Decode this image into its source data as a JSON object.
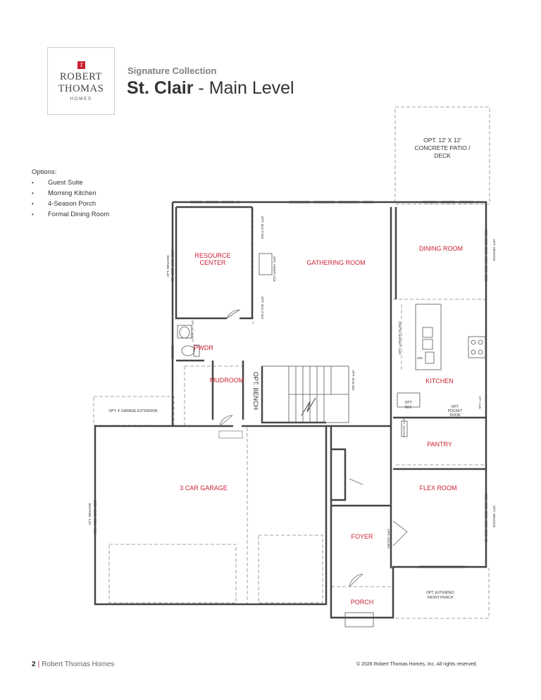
{
  "logo": {
    "mark": "T",
    "line1": "ROBERT",
    "line2": "THOMAS",
    "line3": "HOMES"
  },
  "header": {
    "collection": "Signature Collection",
    "plan_name": "St. Clair",
    "plan_level": " - Main Level"
  },
  "options": {
    "heading": "Options:",
    "items": [
      "Guest Suite",
      "Morning Kitchen",
      "4-Season Porch",
      "Formal Dining Room"
    ]
  },
  "plan": {
    "rooms": {
      "resource_center_1": "RESOURCE",
      "resource_center_2": "CENTER",
      "gathering_room": "GATHERING ROOM",
      "dining_room": "DINING ROOM",
      "kitchen": "KITCHEN",
      "pantry": "PANTRY",
      "flex_room": "FLEX ROOM",
      "foyer": "FOYER",
      "porch": "PORCH",
      "garage": "3 CAR GARAGE",
      "mudroom": "MUDROOM",
      "pwdr": "PWDR"
    },
    "notes": {
      "patio_1": "OPT. 12' X 12'",
      "patio_2": "CONCRETE PATIO /",
      "patio_3": "DECK",
      "garage_ext": "OPT. 4' GARAGE EXTENSION",
      "front_porch_1": "OPT. EXTENDED",
      "front_porch_2": "FRONT PORCH",
      "opt_bench": "OPT. BENCH",
      "opt_window": "OPT. WINDOW",
      "opt_built_ins": "OPT. BUILT-INS",
      "opt_fireplace": "OPT. FIREPLACE",
      "opt_larger_island": "OPT. LARGER ISLAND",
      "opt_railing": "OPT. RAILING",
      "opt_doors": "OPT. DOORS",
      "opt_21_vanity": "OPT. 21\" VANITY",
      "opt_ref_1": "OPT.",
      "opt_ref_2": "REF.",
      "opt_pocket_1": "OPT.",
      "opt_pocket_2": "POCKET",
      "opt_pocket_3": "DOOR",
      "opt_pantry": "OPT. PANTRY",
      "opt_cab": "OPT. CAB.",
      "dw": "DW"
    }
  },
  "footer": {
    "page_number": "2",
    "brand": "Robert Thomas Homes",
    "copyright": "© 2026 Robert Thomas Homes, Inc. All rights reserved."
  },
  "colors": {
    "accent": "#c8202f",
    "wall": "#444444",
    "dashed": "#888888"
  }
}
